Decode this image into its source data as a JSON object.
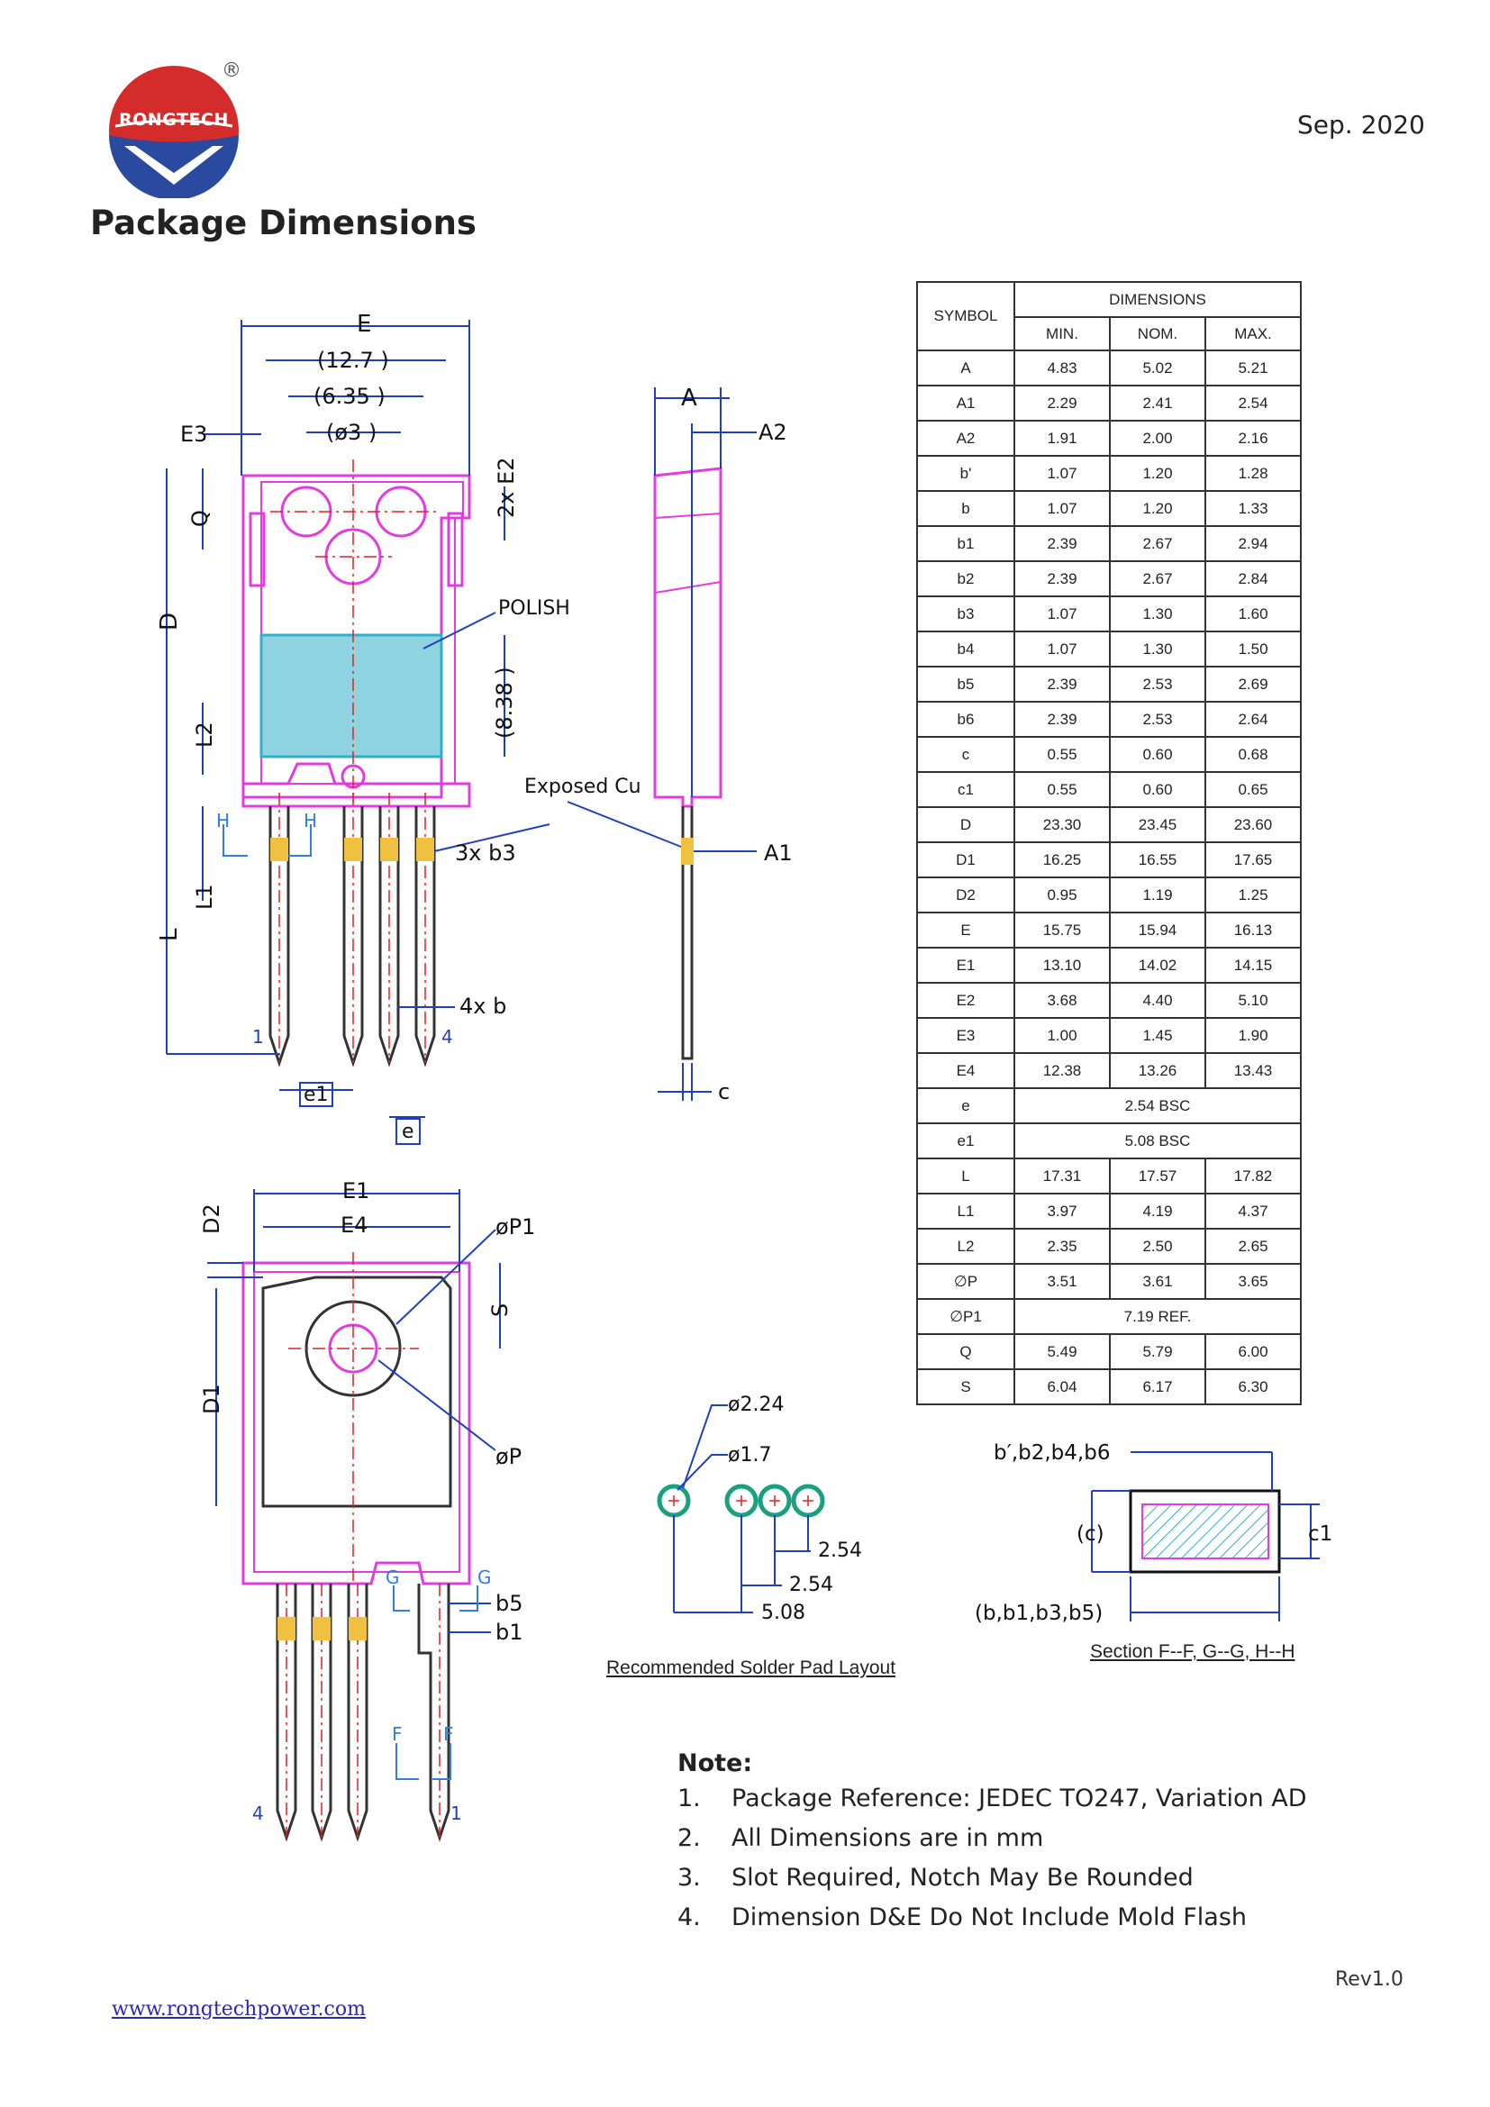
{
  "header": {
    "brand": "RONGTECH",
    "registered_mark": "®",
    "date": "Sep.  2020",
    "title": "Package Dimensions"
  },
  "drawing_labels": {
    "front": {
      "E": "E",
      "d12_7": "(12.7 )",
      "d6_35": "(6.35 )",
      "d_phi3": "(ø3 )",
      "E3": "E3",
      "E2": "2x E2",
      "Q": "Q",
      "D": "D",
      "polish": "POLISH",
      "d8_38": "(8.38 )",
      "L2": "L2",
      "exposed_cu": "Exposed Cu",
      "b3": "3x b3",
      "H_left": "H",
      "H_right": "H",
      "L1": "L1",
      "L": "L",
      "b": "4x b",
      "pin1": "1",
      "pin4": "4",
      "e1": "e1",
      "e": "e"
    },
    "side": {
      "A": "A",
      "A2": "A2",
      "A1": "A1",
      "c": "c"
    },
    "back": {
      "E1": "E1",
      "E4": "E4",
      "D2": "D2",
      "P1": "øP1",
      "S": "S",
      "D1": "D1",
      "P": "øP",
      "G_left": "G",
      "G_right": "G",
      "b5": "b5",
      "b1": "b1",
      "F_left": "F",
      "F_right": "F",
      "pin4": "4",
      "pin1": "1"
    },
    "solder": {
      "d2_24": "ø2.24",
      "d1_7": "ø1.7",
      "p2_54a": "2.54",
      "p2_54b": "2.54",
      "p5_08": "5.08",
      "caption": "Recommended Solder Pad Layout"
    },
    "section": {
      "top": "b′,b2,b4,b6",
      "c": "(c)",
      "c1": "c1",
      "bottom": "(b,b1,b3,b5)",
      "caption": "Section F--F, G--G, H--H"
    }
  },
  "table": {
    "symbol_header": "SYMBOL",
    "dimensions_header": "DIMENSIONS",
    "col_headers": [
      "MIN.",
      "NOM.",
      "MAX."
    ],
    "rows": [
      {
        "symbol": "A",
        "min": "4.83",
        "nom": "5.02",
        "max": "5.21"
      },
      {
        "symbol": "A1",
        "min": "2.29",
        "nom": "2.41",
        "max": "2.54"
      },
      {
        "symbol": "A2",
        "min": "1.91",
        "nom": "2.00",
        "max": "2.16"
      },
      {
        "symbol": "b'",
        "min": "1.07",
        "nom": "1.20",
        "max": "1.28"
      },
      {
        "symbol": "b",
        "min": "1.07",
        "nom": "1.20",
        "max": "1.33"
      },
      {
        "symbol": "b1",
        "min": "2.39",
        "nom": "2.67",
        "max": "2.94"
      },
      {
        "symbol": "b2",
        "min": "2.39",
        "nom": "2.67",
        "max": "2.84"
      },
      {
        "symbol": "b3",
        "min": "1.07",
        "nom": "1.30",
        "max": "1.60"
      },
      {
        "symbol": "b4",
        "min": "1.07",
        "nom": "1.30",
        "max": "1.50"
      },
      {
        "symbol": "b5",
        "min": "2.39",
        "nom": "2.53",
        "max": "2.69"
      },
      {
        "symbol": "b6",
        "min": "2.39",
        "nom": "2.53",
        "max": "2.64"
      },
      {
        "symbol": "c",
        "min": "0.55",
        "nom": "0.60",
        "max": "0.68"
      },
      {
        "symbol": "c1",
        "min": "0.55",
        "nom": "0.60",
        "max": "0.65"
      },
      {
        "symbol": "D",
        "min": "23.30",
        "nom": "23.45",
        "max": "23.60"
      },
      {
        "symbol": "D1",
        "min": "16.25",
        "nom": "16.55",
        "max": "17.65"
      },
      {
        "symbol": "D2",
        "min": "0.95",
        "nom": "1.19",
        "max": "1.25"
      },
      {
        "symbol": "E",
        "min": "15.75",
        "nom": "15.94",
        "max": "16.13"
      },
      {
        "symbol": "E1",
        "min": "13.10",
        "nom": "14.02",
        "max": "14.15"
      },
      {
        "symbol": "E2",
        "min": "3.68",
        "nom": "4.40",
        "max": "5.10"
      },
      {
        "symbol": "E3",
        "min": "1.00",
        "nom": "1.45",
        "max": "1.90"
      },
      {
        "symbol": "E4",
        "min": "12.38",
        "nom": "13.26",
        "max": "13.43"
      },
      {
        "symbol": "e",
        "span": "2.54 BSC"
      },
      {
        "symbol": "e1",
        "span": "5.08 BSC"
      },
      {
        "symbol": "L",
        "min": "17.31",
        "nom": "17.57",
        "max": "17.82"
      },
      {
        "symbol": "L1",
        "min": "3.97",
        "nom": "4.19",
        "max": "4.37"
      },
      {
        "symbol": "L2",
        "min": "2.35",
        "nom": "2.50",
        "max": "2.65"
      },
      {
        "symbol": "∅P",
        "min": "3.51",
        "nom": "3.61",
        "max": "3.65"
      },
      {
        "symbol": "∅P1",
        "span": "7.19 REF."
      },
      {
        "symbol": "Q",
        "min": "5.49",
        "nom": "5.79",
        "max": "6.00"
      },
      {
        "symbol": "S",
        "min": "6.04",
        "nom": "6.17",
        "max": "6.30"
      }
    ]
  },
  "notes": {
    "title": "Note:",
    "items": [
      {
        "num": "1.",
        "text": "Package Reference: JEDEC TO247, Variation AD"
      },
      {
        "num": "2.",
        "text": "All Dimensions are in mm"
      },
      {
        "num": "3.",
        "text": "Slot Required, Notch May Be Rounded"
      },
      {
        "num": "4.",
        "text": "Dimension D&E Do Not Include Mold Flash"
      }
    ]
  },
  "footer": {
    "revision": "Rev1.0",
    "website": "www.rongtechpower.com"
  },
  "colors": {
    "outline": "#e23ce0",
    "dimension": "#2040c0",
    "centerline": "#e02020",
    "hatch": "#30b0c8",
    "pad": "#1aa080",
    "logo_red": "#d42b2b",
    "logo_blue": "#2a4aa0"
  }
}
